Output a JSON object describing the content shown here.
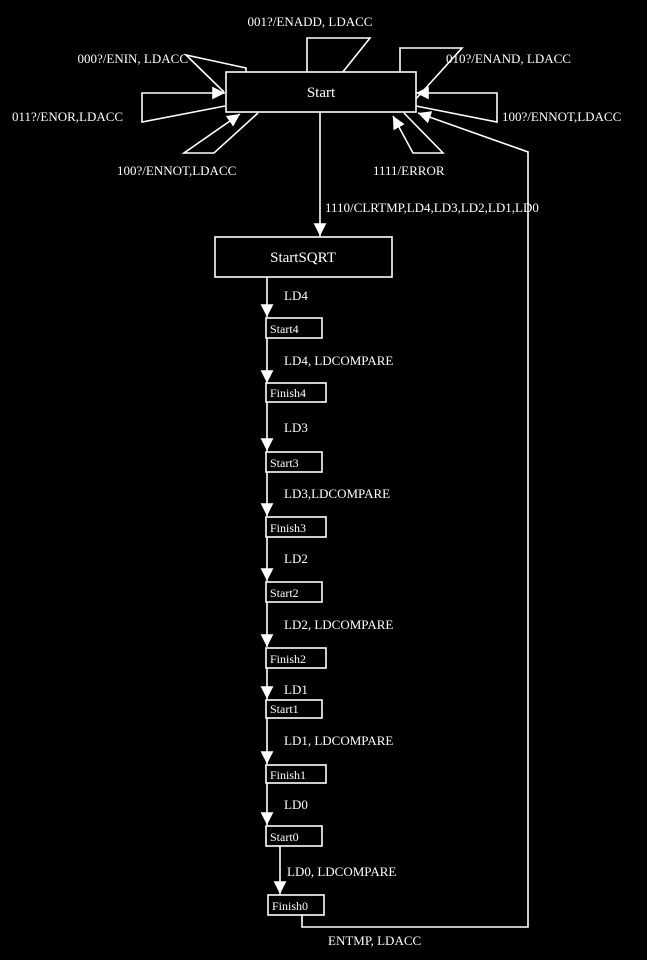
{
  "colors": {
    "background": "#000000",
    "foreground": "#ffffff"
  },
  "states": {
    "start": "Start",
    "start_sqrt": "StartSQRT",
    "start4": "Start4",
    "finish4": "Finish4",
    "start3": "Start3",
    "finish3": "Finish3",
    "start2": "Start2",
    "finish2": "Finish2",
    "start1": "Start1",
    "finish1": "Finish1",
    "start0": "Start0",
    "finish0": "Finish0"
  },
  "transitions": {
    "add": "001?/ENADD, LDACC",
    "in": "000?/ENIN, LDACC",
    "and": "010?/ENAND, LDACC",
    "or": "011?/ENOR,LDACC",
    "not_right": "100?/ENNOT,LDACC",
    "not_bottom": "100?/ENNOT,LDACC",
    "error": "1111/ERROR",
    "sqrt": "1110/CLRTMP,LD4,LD3,LD2,LD1,LD0",
    "ld4": "LD4",
    "ld4_cmp": "LD4, LDCOMPARE",
    "ld3": "LD3",
    "ld3_cmp": "LD3,LDCOMPARE",
    "ld2": "LD2",
    "ld2_cmp": "LD2, LDCOMPARE",
    "ld1": "LD1",
    "ld1_cmp": "LD1, LDCOMPARE",
    "ld0": "LD0",
    "ld0_cmp": "LD0, LDCOMPARE",
    "return": "ENTMP, LDACC"
  }
}
